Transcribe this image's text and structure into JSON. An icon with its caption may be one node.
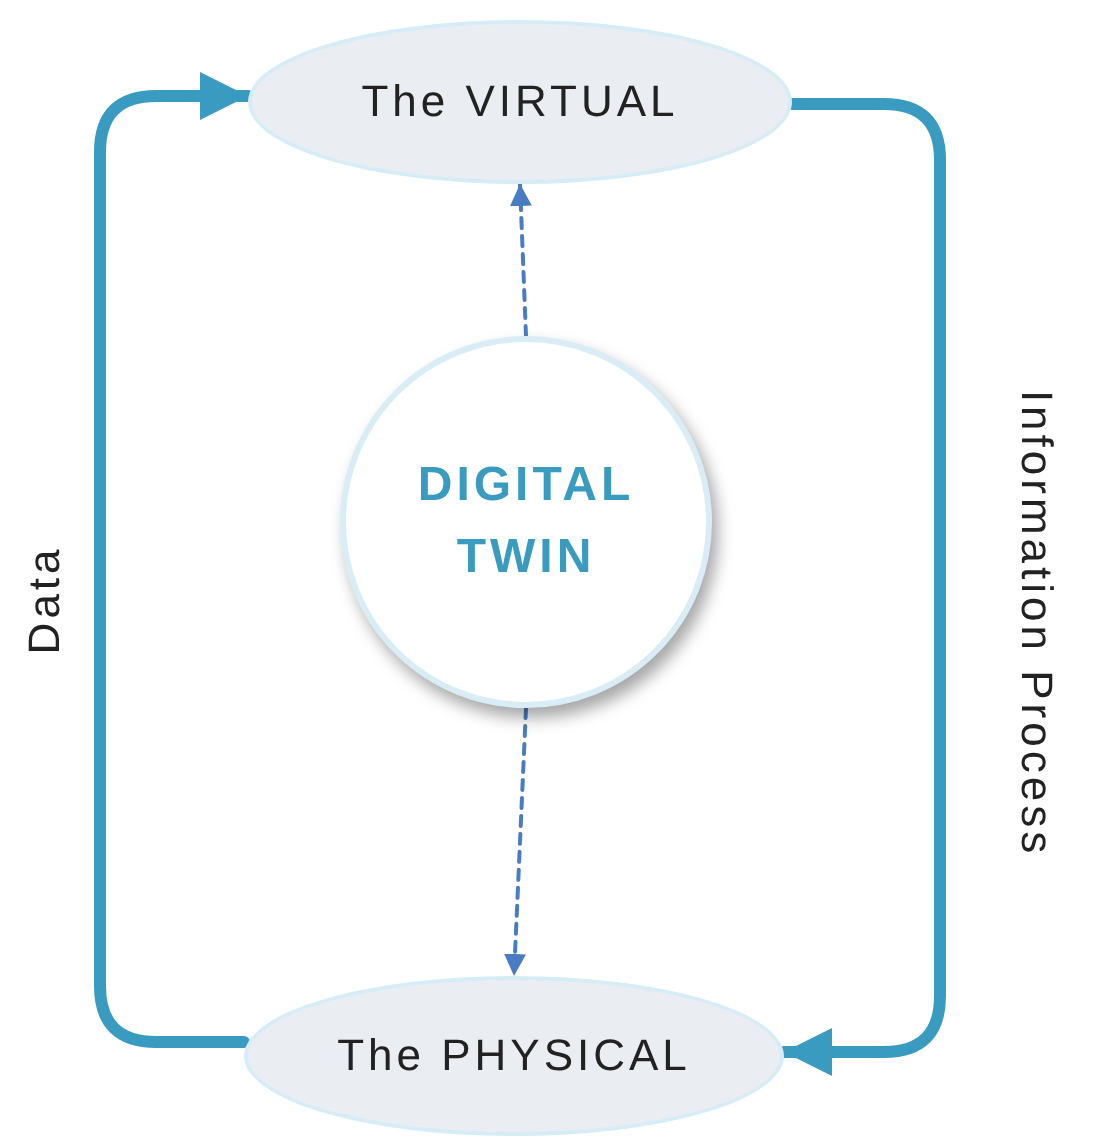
{
  "diagram": {
    "nodes": [
      {
        "text": [
          "The VIRTUAL"
        ]
      },
      {
        "text": [
          "DIGITAL TWIN"
        ]
      },
      {
        "text": [
          "The PHYSICAL"
        ]
      }
    ],
    "edges": [
      {
        "from": 2,
        "to": 0,
        "arrow": "to",
        "label": "Data",
        "style": "thick"
      },
      {
        "from": 0,
        "to": 2,
        "arrow": "to",
        "label": "Information Process",
        "style": "thick"
      },
      {
        "from": 1,
        "to": 0,
        "arrow": "to",
        "style": "dashed",
        "color": "#4a7cc4"
      },
      {
        "from": 1,
        "to": 2,
        "arrow": "to",
        "style": "dashed",
        "color": "#4a7cc4"
      }
    ]
  }
}
